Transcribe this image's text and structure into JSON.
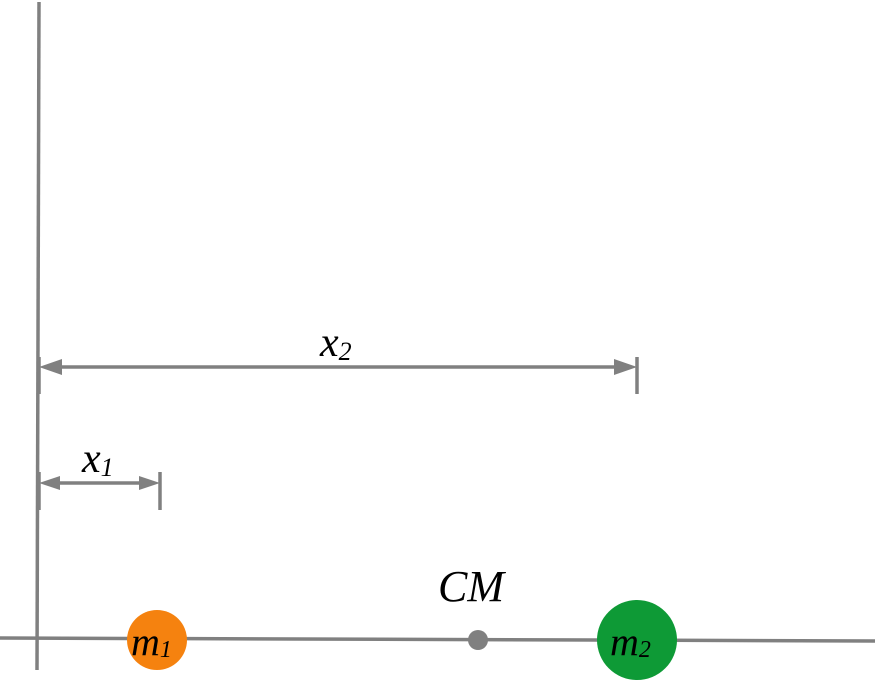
{
  "diagram": {
    "labels": {
      "x2": {
        "base": "x",
        "sub": "2"
      },
      "x1": {
        "base": "x",
        "sub": "1"
      },
      "cm": "CM"
    },
    "masses": [
      {
        "id": "m1",
        "base": "m",
        "sub": "1",
        "color": "#F5820F"
      },
      {
        "id": "m2",
        "base": "m",
        "sub": "2",
        "color": "#0E9A36"
      }
    ],
    "colors": {
      "axis": "#808080",
      "center_of_mass": "#808080",
      "text": "#000000"
    }
  }
}
